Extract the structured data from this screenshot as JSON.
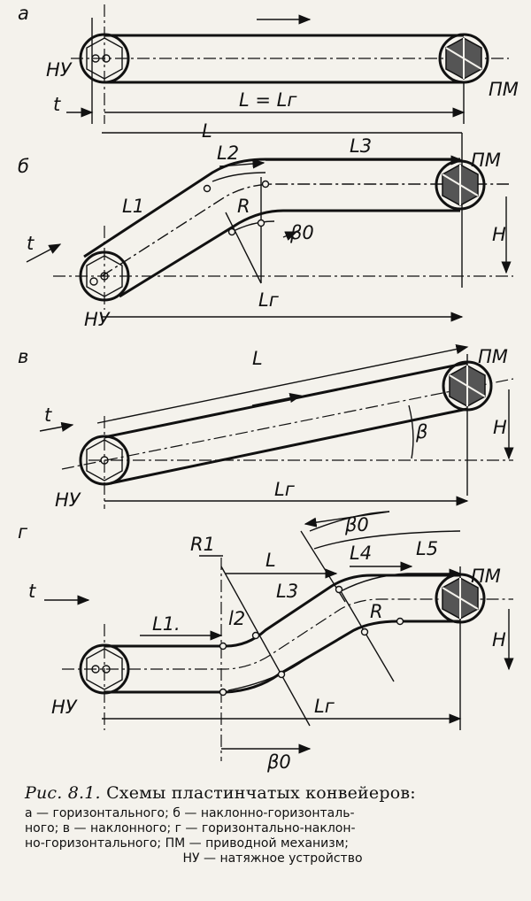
{
  "diagrams": {
    "a": {
      "letter": "а",
      "left_device": "НУ",
      "right_device": "ПМ",
      "t_label": "t",
      "length_label": "L = Lг"
    },
    "b": {
      "letter": "б",
      "L": "L",
      "L2": "L2",
      "L3": "L3",
      "L1": "L1",
      "R": "R",
      "beta": "β0",
      "t_label": "t",
      "left_device": "НУ",
      "right_device": "ПМ",
      "H": "H",
      "Lg": "Lг"
    },
    "v": {
      "letter": "в",
      "L": "L",
      "t_label": "t",
      "beta": "β",
      "left_device": "НУ",
      "right_device": "ПМ",
      "H": "H",
      "Lg": "Lг"
    },
    "g": {
      "letter": "г",
      "R1": "R1",
      "L": "L",
      "beta_top": "β0",
      "L4": "L4",
      "L5": "L5",
      "L3": "L3",
      "L1": "L1.",
      "L2": "l2",
      "R": "R",
      "t_label": "t",
      "left_device": "НУ",
      "right_device": "ПМ",
      "H": "H",
      "Lg": "Lг",
      "beta_bottom": "β0"
    }
  },
  "caption": {
    "prefix": "Рис. 8.1.",
    "title": "Схемы пластинчатых конвейеров:",
    "line1": "а — горизонтального;   б — наклонно-горизонталь-",
    "line2": "ного;  в — наклонного;   г — горизонтально-наклон-",
    "line3": "но-горизонтального;  ПМ — приводной   механизм;",
    "line4": "НУ — натяжное устройство"
  }
}
